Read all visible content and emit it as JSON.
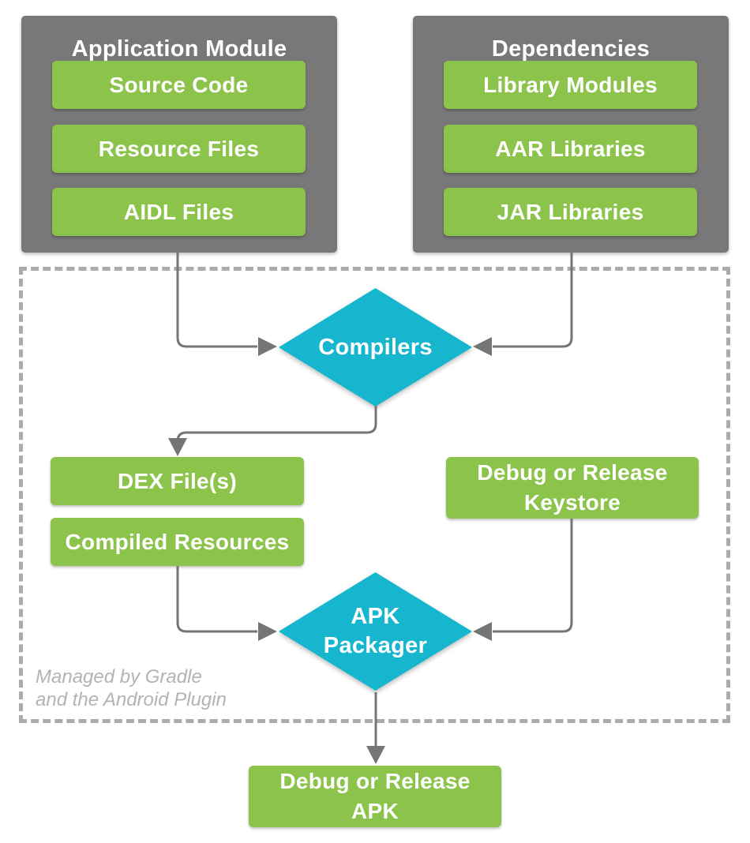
{
  "diagram": {
    "groups": [
      {
        "title": "Application Module",
        "items": [
          "Source Code",
          "Resource Files",
          "AIDL Files"
        ]
      },
      {
        "title": "Dependencies",
        "items": [
          "Library Modules",
          "AAR Libraries",
          "JAR Libraries"
        ]
      }
    ],
    "gradle_region": {
      "compilers_label": "Compilers",
      "dex_label": "DEX File(s)",
      "compiled_resources_label": "Compiled Resources",
      "keystore_label": "Debug or Release Keystore",
      "apk_packager_label": "APK Packager",
      "note_lines": [
        "Managed by Gradle",
        "and the Android Plugin"
      ]
    },
    "output_label": "Debug or Release APK",
    "colors": {
      "chip_green": "#8CC34B",
      "group_gray": "#787878",
      "diamond_cyan": "#17B6CF",
      "connector_gray": "#757575",
      "dashed_border_gray": "#ABABAB",
      "note_text_gray": "#B3B3B3",
      "label_text": "#FFFFFF"
    }
  }
}
